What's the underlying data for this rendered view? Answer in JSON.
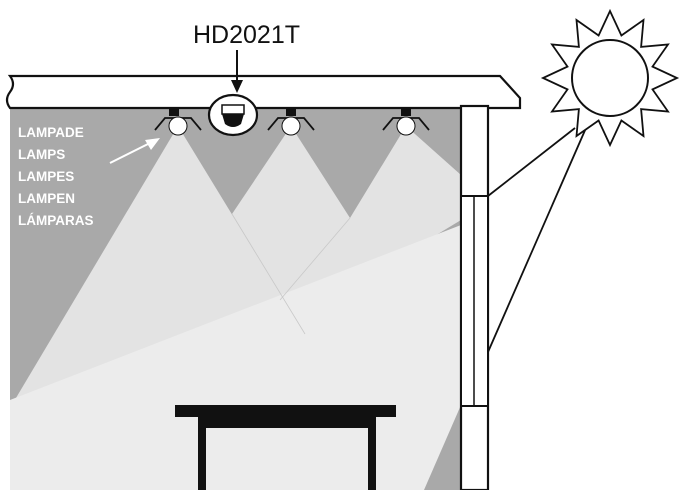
{
  "diagram": {
    "sensor": {
      "model": "HD2021T"
    },
    "lamp_labels": [
      "LAMPADE",
      "LAMPS",
      "LAMPES",
      "LAMPEN",
      "LÁMPARAS"
    ],
    "colors": {
      "room_shadow": "#a9a9a9",
      "light_beam": "#e3e3e3",
      "outline": "#111111",
      "sun_fill": "#ffffff"
    }
  }
}
